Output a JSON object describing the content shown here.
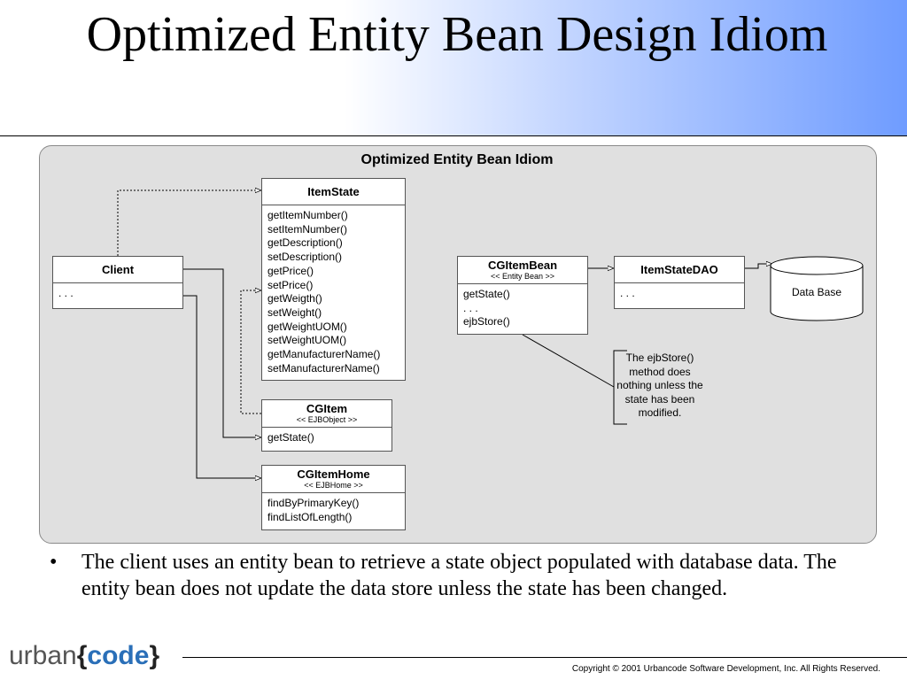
{
  "slide": {
    "title": "Optimized Entity Bean Design Idiom"
  },
  "diagram": {
    "title": "Optimized Entity Bean Idiom",
    "classes": {
      "client": {
        "name": "Client",
        "stereotype": "",
        "members": [
          ". . ."
        ]
      },
      "item_state": {
        "name": "ItemState",
        "stereotype": "",
        "members": [
          "getItemNumber()",
          "setItemNumber()",
          "getDescription()",
          "setDescription()",
          "getPrice()",
          "setPrice()",
          "getWeigth()",
          "setWeight()",
          "getWeightUOM()",
          "setWeightUOM()",
          "getManufacturerName()",
          "setManufacturerName()"
        ]
      },
      "cg_item": {
        "name": "CGItem",
        "stereotype": "<< EJBObject >>",
        "members": [
          "getState()"
        ]
      },
      "cg_item_home": {
        "name": "CGItemHome",
        "stereotype": "<< EJBHome >>",
        "members": [
          "findByPrimaryKey()",
          "findListOfLength()"
        ]
      },
      "cg_item_bean": {
        "name": "CGItemBean",
        "stereotype": "<< Entity Bean >>",
        "members": [
          "getState()",
          ". . .",
          "ejbStore()"
        ]
      },
      "item_state_dao": {
        "name": "ItemStateDAO",
        "stereotype": "",
        "members": [
          ". . ."
        ]
      }
    },
    "database_label": "Data Base",
    "note": "The ejbStore() method does nothing unless the state has been modified."
  },
  "bullets": [
    "The client uses an entity bean to retrieve a state object populated with database data.  The entity bean does not update the data store unless the state has been changed."
  ],
  "footer": {
    "logo_part1": "urban",
    "logo_brace_open": "{",
    "logo_part2": "code",
    "logo_brace_close": "}",
    "copyright": "Copyright © 2001 Urbancode Software Development, Inc.  All Rights Reserved."
  },
  "colors": {
    "title_gradient_end": "#6f9cff",
    "diagram_background": "#e0e0e0",
    "logo_accent": "#2a6fb8"
  }
}
